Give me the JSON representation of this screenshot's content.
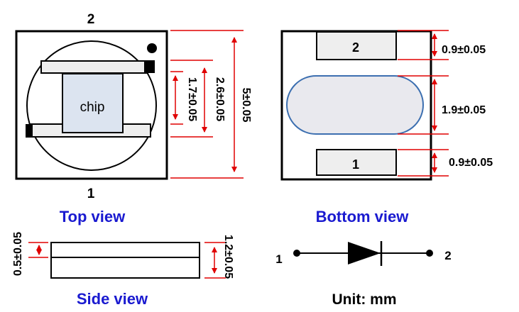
{
  "top_view": {
    "title": "Top view",
    "pin_top": "2",
    "pin_bottom": "1",
    "chip_label": "chip",
    "dim_total": "5±0.05",
    "dim_outer": "2.6±0.05",
    "dim_inner": "1.7±0.05"
  },
  "bottom_view": {
    "title": "Bottom view",
    "pad_top": "2",
    "pad_bottom": "1",
    "dim_top_pad": "0.9±0.05",
    "dim_middle": "1.9±0.05",
    "dim_bottom_pad": "0.9±0.05"
  },
  "side_view": {
    "title": "Side view",
    "dim_top_layer": "0.5±0.05",
    "dim_total": "1.2±0.05"
  },
  "diode_symbol": {
    "pin_left": "1",
    "pin_right": "2"
  },
  "unit_label": "Unit: mm",
  "colors": {
    "dimension": "#e00000",
    "title": "#1a1ad0",
    "chip_fill": "#dce4f0",
    "oval_stroke": "#3c6fb0"
  }
}
